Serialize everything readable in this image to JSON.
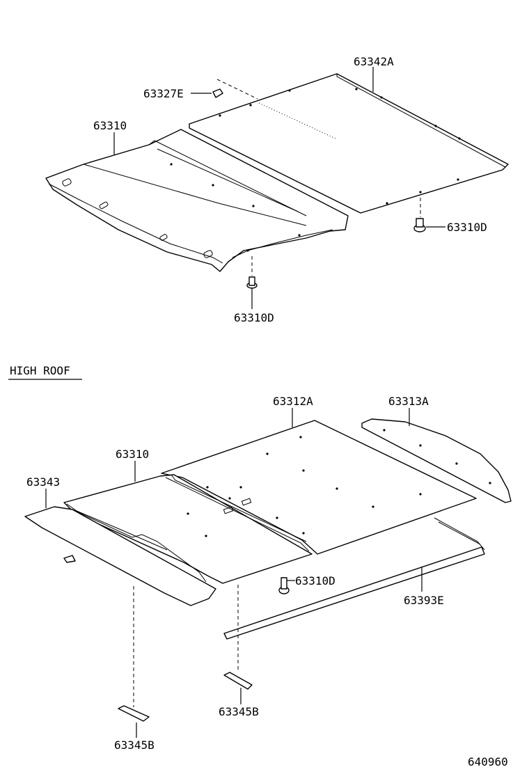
{
  "section_title": "HIGH ROOF",
  "diagram_id": "640960",
  "upper_labels": {
    "headlining_panel": "63342A",
    "clip_top": "63327E",
    "headlining_front": "63310",
    "fastener_right": "63310D",
    "fastener_bottom": "63310D"
  },
  "lower_labels": {
    "panel_center": "63312A",
    "panel_rear": "63313A",
    "headlining_front": "63310",
    "panel_front": "63343",
    "fastener": "63310D",
    "moulding": "63393E",
    "clip_right": "63345B",
    "clip_left": "63345B"
  }
}
